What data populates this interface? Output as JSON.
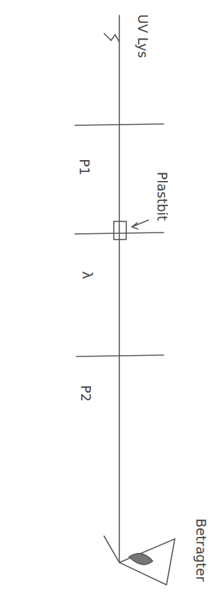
{
  "diagram": {
    "labels": [
      "UV Lys",
      "P1",
      "λ",
      "Plastbit",
      "P2",
      "Betragter"
    ]
  }
}
